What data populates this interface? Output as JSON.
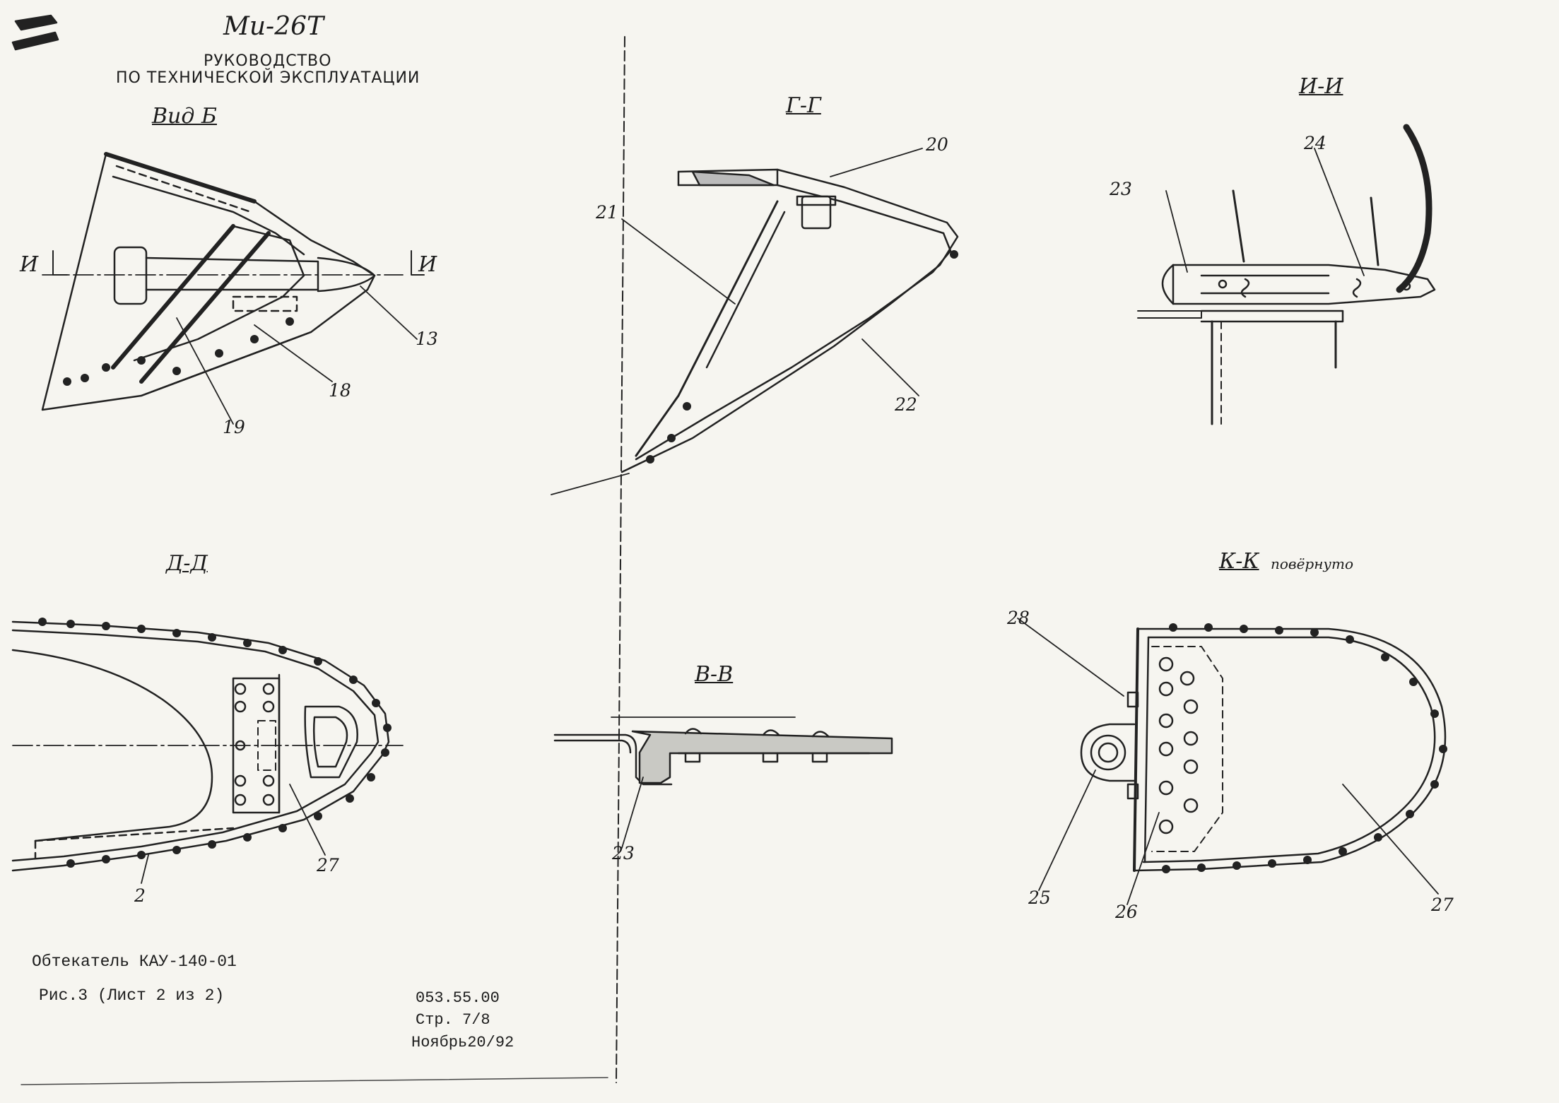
{
  "header": {
    "model": "Ми-26Т",
    "manual_line1": "РУКОВОДСТВО",
    "manual_line2": "ПО ТЕХНИЧЕСКОЙ ЭКСПЛУАТАЦИИ"
  },
  "views": {
    "vid_b": "Вид Б",
    "g_g": "Г-Г",
    "i_i": "И-И",
    "d_d": "Д-Д",
    "v_v": "В-В",
    "k_k": "К-К",
    "k_k_note": "повёрнуто",
    "section_mark_left": "И",
    "section_mark_right": "И"
  },
  "callouts": {
    "n13": "13",
    "n18": "18",
    "n19": "19",
    "n20": "20",
    "n21": "21",
    "n22": "22",
    "n23": "23",
    "n24": "24",
    "n2": "2",
    "n27a": "27",
    "n23b": "23",
    "n28": "28",
    "n25": "25",
    "n26": "26",
    "n27b": "27"
  },
  "caption": {
    "title": "Обтекатель КАУ-140-01",
    "figure": "Рис.3 (Лист 2 из 2)"
  },
  "doc_ref": {
    "code": "053.55.00",
    "page": "Стр. 7/8",
    "date": "Ноябрь20/92"
  }
}
